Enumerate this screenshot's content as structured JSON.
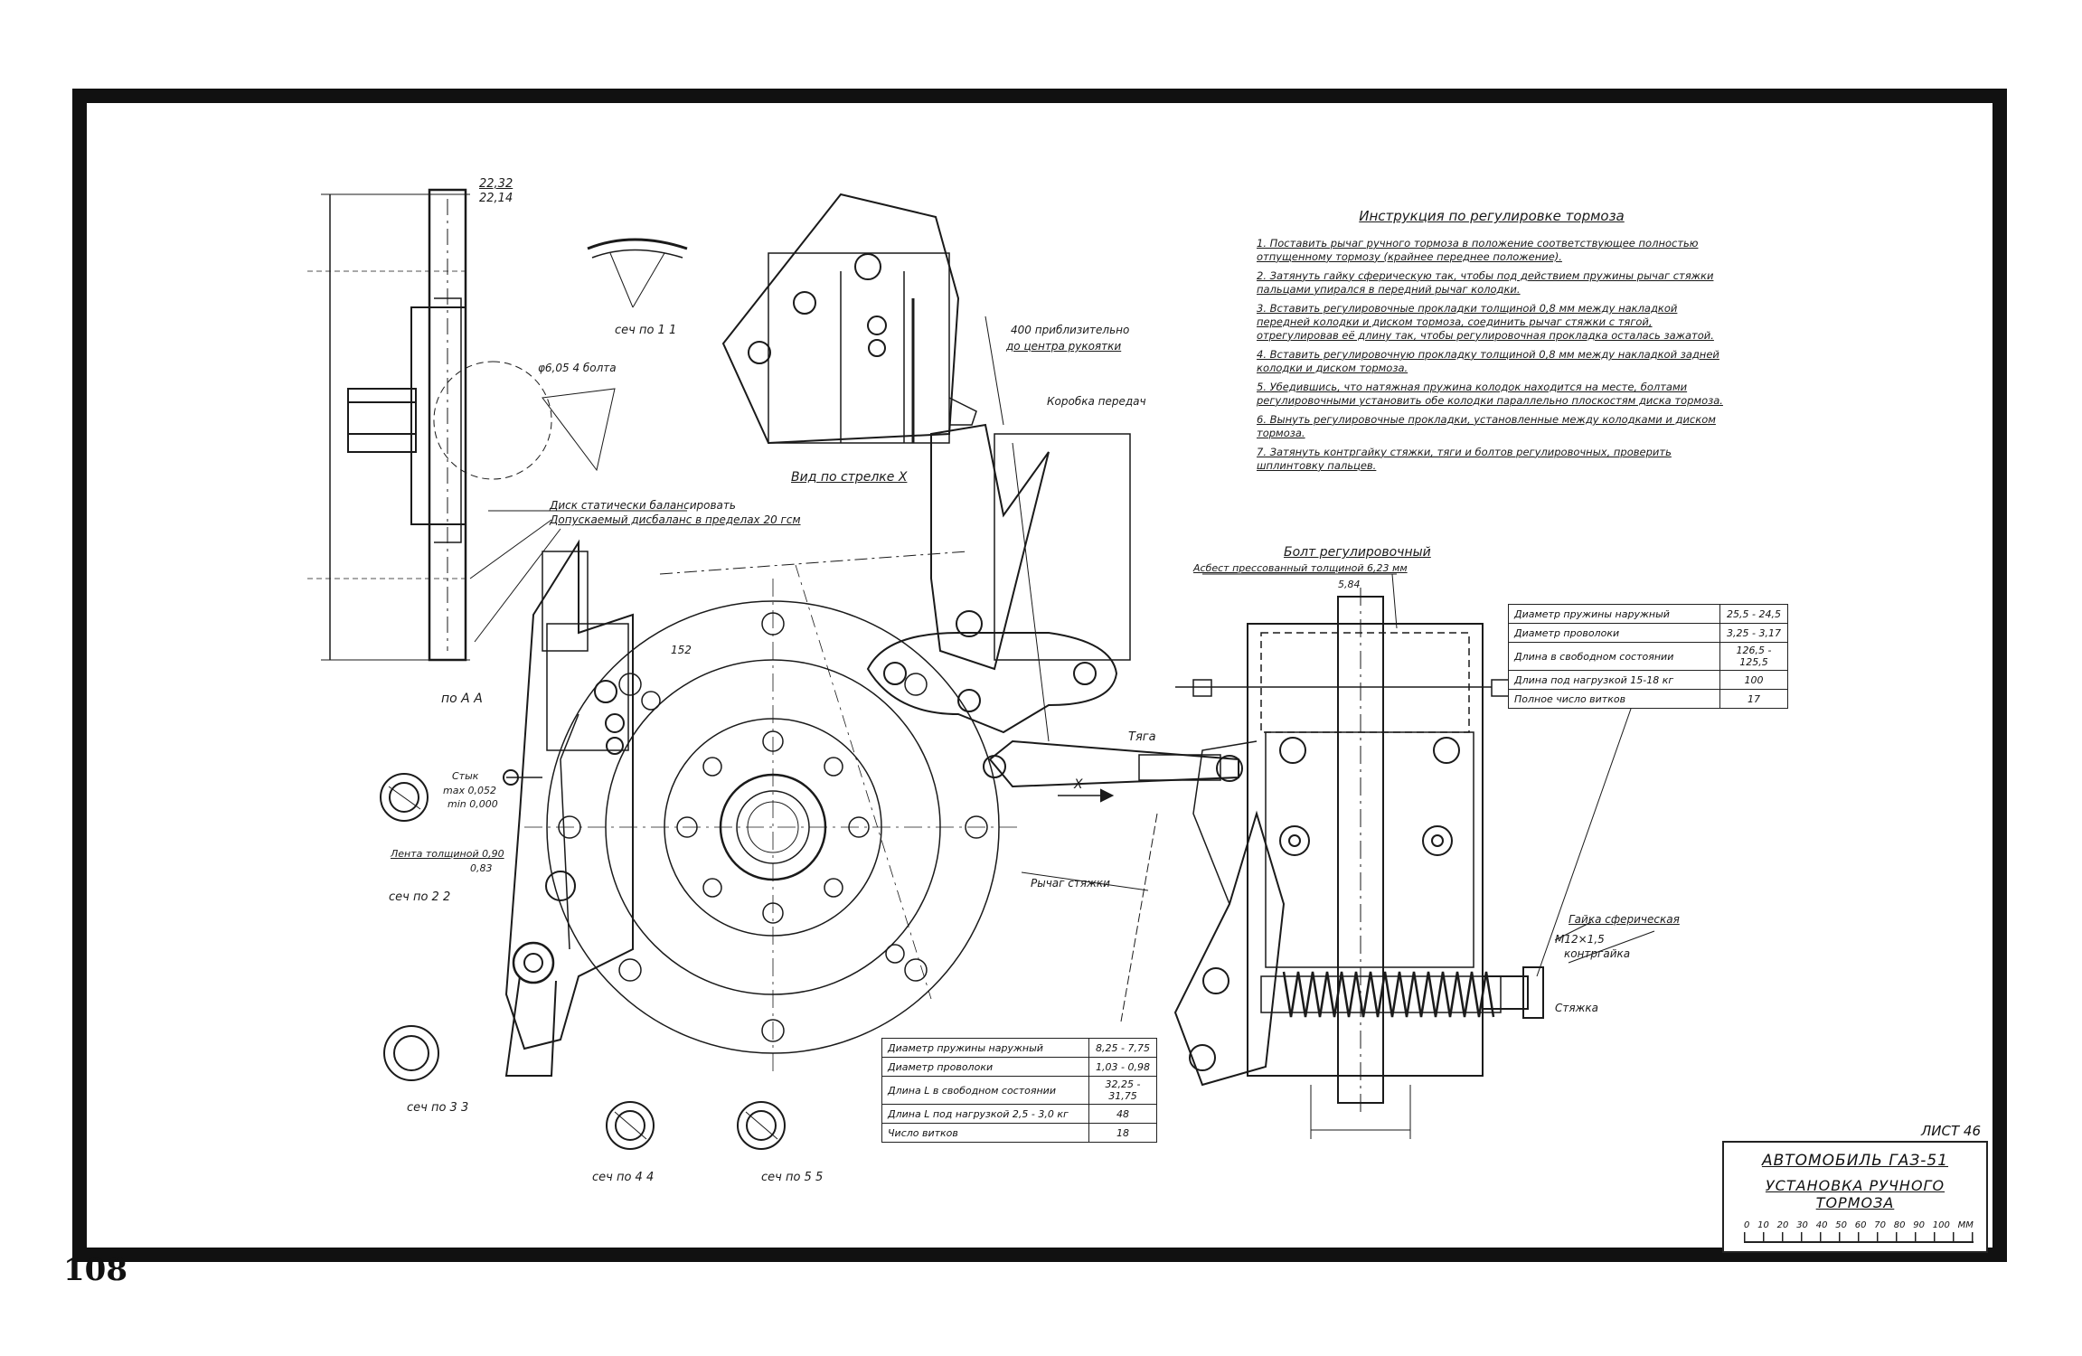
{
  "page": {
    "number": "108"
  },
  "instructions": {
    "title": "Инструкция по регулировке тормоза",
    "items": [
      "1. Поставить рычаг ручного тормоза в положение соответствующее полностью отпущенному тормозу (крайнее переднее положение).",
      "2. Затянуть гайку сферическую так, чтобы под действием пружины рычаг стяжки пальцами упирался в передний рычаг колодки.",
      "3. Вставить регулировочные прокладки толщиной 0,8 мм между накладкой передней колодки и диском тормоза, соединить рычаг стяжки с тягой, отрегулировав её длину так, чтобы регулировочная прокладка осталась зажатой.",
      "4. Вставить регулировочную прокладку толщиной 0,8 мм между накладкой задней колодки и диском тормоза.",
      "5. Убедившись, что натяжная пружина колодок находится на месте, болтами регулировочными установить обе колодки параллельно плоскостям диска тормоза.",
      "6. Вынуть регулировочные прокладки, установленные между колодками и диском тормоза.",
      "7. Затянуть контргайку стяжки, тяги и болтов регулировочных, проверить шплинтовку пальцев."
    ]
  },
  "spring_table_right": {
    "rows": [
      [
        "Диаметр пружины наружный",
        "25,5 - 24,5"
      ],
      [
        "Диаметр проволоки",
        "3,25 - 3,17"
      ],
      [
        "Длина в свободном состоянии",
        "126,5 - 125,5"
      ],
      [
        "Длина под нагрузкой 15-18 кг",
        "100"
      ],
      [
        "Полное число витков",
        "17"
      ]
    ]
  },
  "spring_table_bottom": {
    "rows": [
      [
        "Диаметр пружины наружный",
        "8,25 - 7,75"
      ],
      [
        "Диаметр проволоки",
        "1,03 - 0,98"
      ],
      [
        "Длина L в свободном состоянии",
        "32,25 - 31,75"
      ],
      [
        "Длина L под нагрузкой 2,5 - 3,0 кг",
        "48"
      ],
      [
        "Число витков",
        "18"
      ]
    ]
  },
  "title_block": {
    "sheet": "ЛИСТ 46",
    "line1": "АВТОМОБИЛЬ ГАЗ-51",
    "line2": "УСТАНОВКА РУЧНОГО ТОРМОЗА",
    "scale": [
      "0",
      "10",
      "20",
      "30",
      "40",
      "50",
      "60",
      "70",
      "80",
      "90",
      "100",
      "ММ"
    ]
  },
  "labels": {
    "section_aa": "по А А",
    "section_11": "сеч по 1 1",
    "section_22": "сеч по 2 2",
    "section_33": "сеч по 3 3",
    "section_44": "сеч по 4 4",
    "section_55": "сеч по 5 5",
    "view_x": "Вид по стрелке Х",
    "disc_note_1": "Диск статически балансировать",
    "disc_note_2": "Допускаемый дисбаланс в пределах 20 гсм",
    "adj_bolt": "Болт регулировочный",
    "asbestos": "Асбест прессованный толщиной 6,23 мм",
    "lever_pull": "Рычаг стяжки",
    "gearbox": "Коробка передач",
    "dist_400": "400 приблизительно",
    "dist_400b": "до центра рукоятки",
    "rod": "Тяга",
    "arrow_x": "X",
    "nut_sph": "Гайка сферическая",
    "m12": "М12×1,5",
    "locknut": "контргайка",
    "pull": "Стяжка",
    "bolts4": "φ6,05  4 болта",
    "d_22": "22,32",
    "d_22b": "22,14",
    "d_584": "5,84",
    "d_152": "152",
    "tape": "Лента толщиной 0,90",
    "tape2": "0,83",
    "lug": "Стык",
    "max052": "max 0,052",
    "min000": "min 0,000"
  },
  "colors": {
    "ink": "#1a1a1a",
    "frame": "#111111",
    "paper": "#ffffff"
  }
}
